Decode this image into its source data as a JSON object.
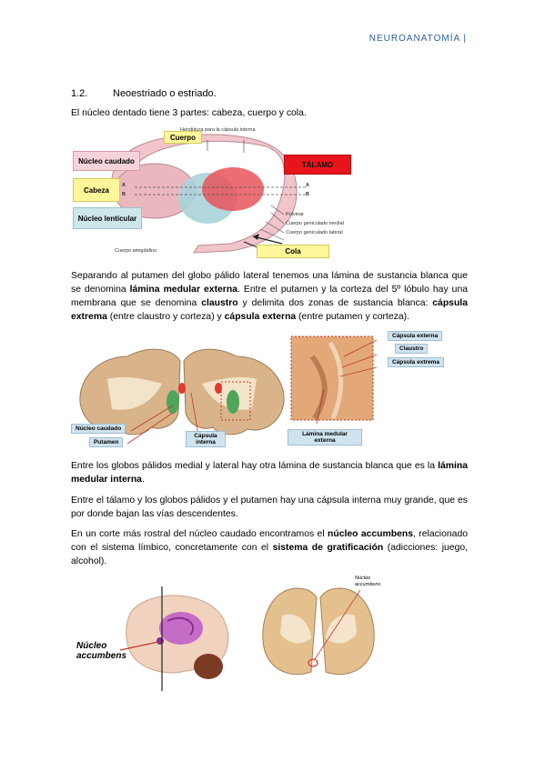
{
  "header": {
    "text": "NEUROANATOMÍA |"
  },
  "section": {
    "number": "1.2.",
    "title": "Neoestriado o estriado."
  },
  "para1": "El núcleo dentado tiene 3 partes: cabeza, cuerpo y cola.",
  "fig1": {
    "labels": {
      "cuerpo": "Cuerpo",
      "nucleo_caudado": "Núcleo caudado",
      "talamo": "TÁLAMO",
      "cabeza": "Cabeza",
      "nucleo_lenticular": "Núcleo lenticular",
      "cola": "Cola",
      "hendidura": "Hendidura para la cápsula interna",
      "a_left": "A",
      "b_left": "B",
      "a_right": "A",
      "b_right": "B",
      "pulvinar": "Pulvinar",
      "geniculado_medial": "Cuerpo geniculado medial",
      "geniculado_lateral": "Cuerpo geniculado lateral",
      "amigdalino": "Cuerpo amigdalino"
    }
  },
  "para2": {
    "t1": "Separando al putamen del globo pálido lateral tenemos una lámina de sustancia blanca que se denomina ",
    "b1": "lámina medular externa",
    "t2": ". Entre el putamen y la corteza del 5º lóbulo hay una membrana que se denomina ",
    "b2": "claustro",
    "t3": " y delimita dos zonas de sustancia blanca: ",
    "b3": "cápsula extrema",
    "t4": " (entre claustro y corteza) y ",
    "b4": "cápsula externa",
    "t5": " (entre putamen y corteza)."
  },
  "fig2": {
    "labels": {
      "nucleo_caudado": "Núcleo caudado",
      "putamen": "Putamen",
      "capsula_interna": "Cápsula interna",
      "capsula_externa": "Cápsula externa",
      "claustro": "Claustro",
      "capsula_extrema": "Cápsula extrema",
      "lamina_medular_externa": "Lámina medular externa"
    }
  },
  "para3": {
    "t1": "Entre los globos pálidos medial y lateral hay otra lámina de sustancia blanca que es la ",
    "b1": "lámina medular interna",
    "t2": "."
  },
  "para4": "Entre el tálamo y los globos pálidos y el putamen hay una cápsula interna muy grande, que es por donde bajan las vías descendentes.",
  "para5": {
    "t1": "En un corte más rostral del núcleo caudado encontramos el ",
    "b1": "núcleo accumbens",
    "t2": ", relacionado con el sistema límbico, concretamente con el ",
    "b2": "sistema de gratificación",
    "t3": " (adicciones: juego, alcohol)."
  },
  "fig3": {
    "labels": {
      "nucleo_accumbens_left": "Núcleo accumbens",
      "nucleo_accumbens_right": "Núcleo accumbens"
    }
  },
  "colors": {
    "header": "#2e5d9c",
    "caudado_box": "#f6d3d8",
    "cuerpo_box": "#fff79a",
    "talamo_box": "#e8141c",
    "lenticular_box": "#cde6ea",
    "accumbens": "#c060c8"
  }
}
